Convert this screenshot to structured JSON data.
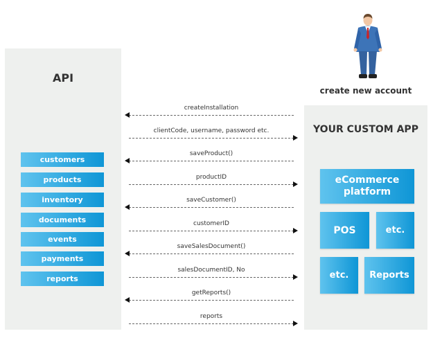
{
  "api": {
    "title": "API",
    "items": [
      "customers",
      "products",
      "inventory",
      "documents",
      "events",
      "payments",
      "reports"
    ]
  },
  "actor": {
    "caption": "create new account",
    "icon": "person-icon"
  },
  "app": {
    "title": "YOUR CUSTOM APP",
    "tiles": {
      "ecommerce": "eCommerce platform",
      "pos": "POS",
      "etc_top": "etc.",
      "etc_bottom": "etc.",
      "reports": "Reports"
    }
  },
  "messages": [
    {
      "label": "createInstallation",
      "direction": "to-api"
    },
    {
      "label": "clientCode, username, password etc.",
      "direction": "to-app"
    },
    {
      "label": "saveProduct()",
      "direction": "to-api"
    },
    {
      "label": "productID",
      "direction": "to-app"
    },
    {
      "label": "saveCustomer()",
      "direction": "to-api"
    },
    {
      "label": "customerID",
      "direction": "to-app"
    },
    {
      "label": "saveSalesDocument()",
      "direction": "to-api"
    },
    {
      "label": "salesDocumentID, No",
      "direction": "to-app"
    },
    {
      "label": "getReports()",
      "direction": "to-api"
    },
    {
      "label": "reports",
      "direction": "to-app"
    }
  ],
  "colors": {
    "accent": "#1ea6e0",
    "panel": "#eef0ee",
    "suit": "#3d74b8"
  }
}
